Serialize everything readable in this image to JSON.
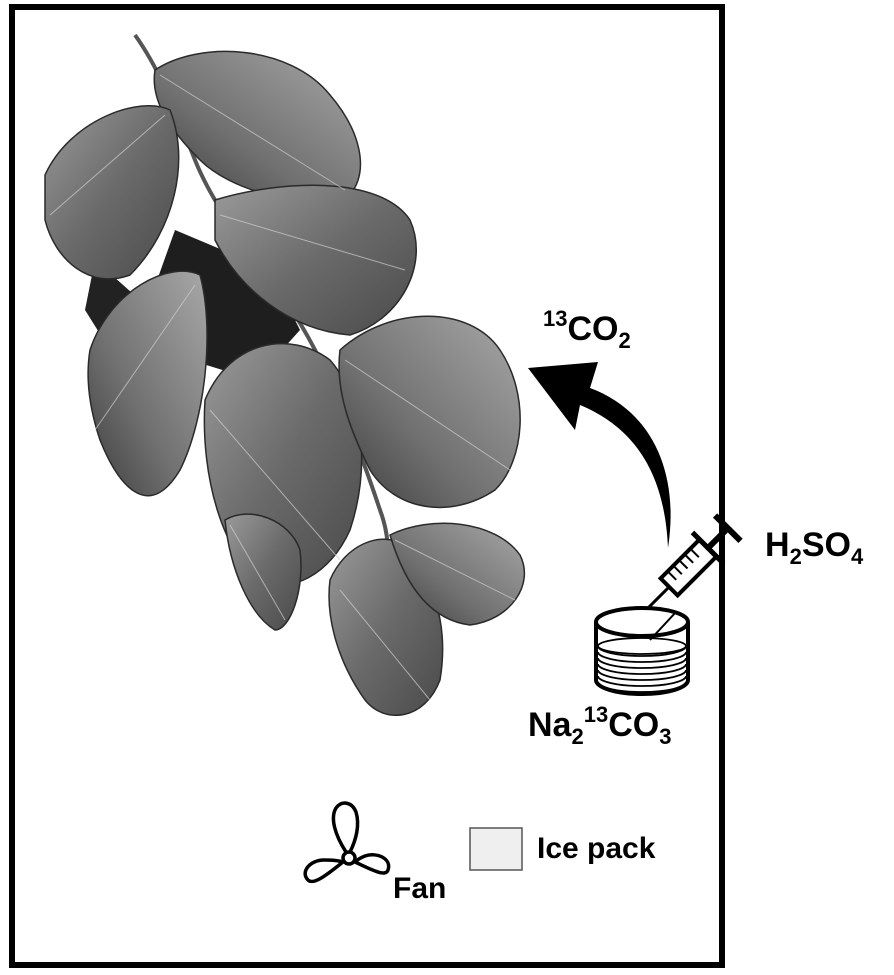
{
  "labels": {
    "co2": {
      "base": "CO",
      "sup": "13",
      "sub": "2"
    },
    "acid": {
      "h": "H",
      "sub1": "2",
      "mid": "SO",
      "sub2": "4"
    },
    "carbonate": {
      "na": "Na",
      "sub1": "2",
      "sup": "13",
      "co": "CO",
      "sub2": "3"
    },
    "fan": "Fan",
    "ice_pack": "Ice pack"
  },
  "icons": [
    "fan-icon",
    "ice-pack-icon",
    "syringe-icon",
    "beaker-icon",
    "curved-arrow-icon",
    "beech-branch"
  ],
  "colors": {
    "frame": "#000000",
    "ice_pack": "#efefef",
    "leaf": "#6e6e6e"
  }
}
